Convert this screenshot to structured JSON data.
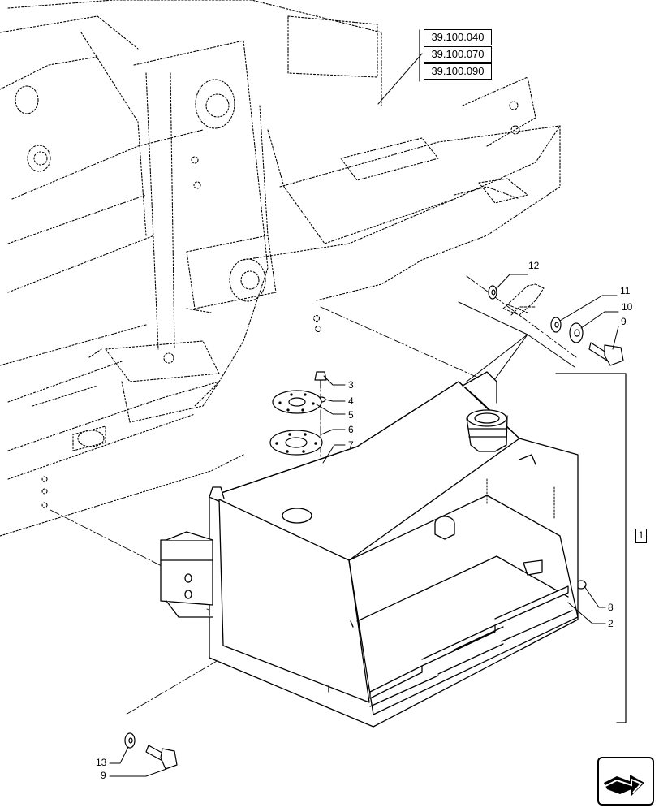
{
  "references": [
    "39.100.040",
    "39.100.070",
    "39.100.090"
  ],
  "group_label": "1",
  "callouts": {
    "c12": "12",
    "c11": "11",
    "c10": "10",
    "c9a": "9",
    "c3": "3",
    "c4": "4",
    "c5": "5",
    "c6": "6",
    "c7": "7",
    "c8": "8",
    "c2": "2",
    "c13": "13",
    "c9b": "9"
  },
  "nav_icon": "next-page-arrow-icon"
}
